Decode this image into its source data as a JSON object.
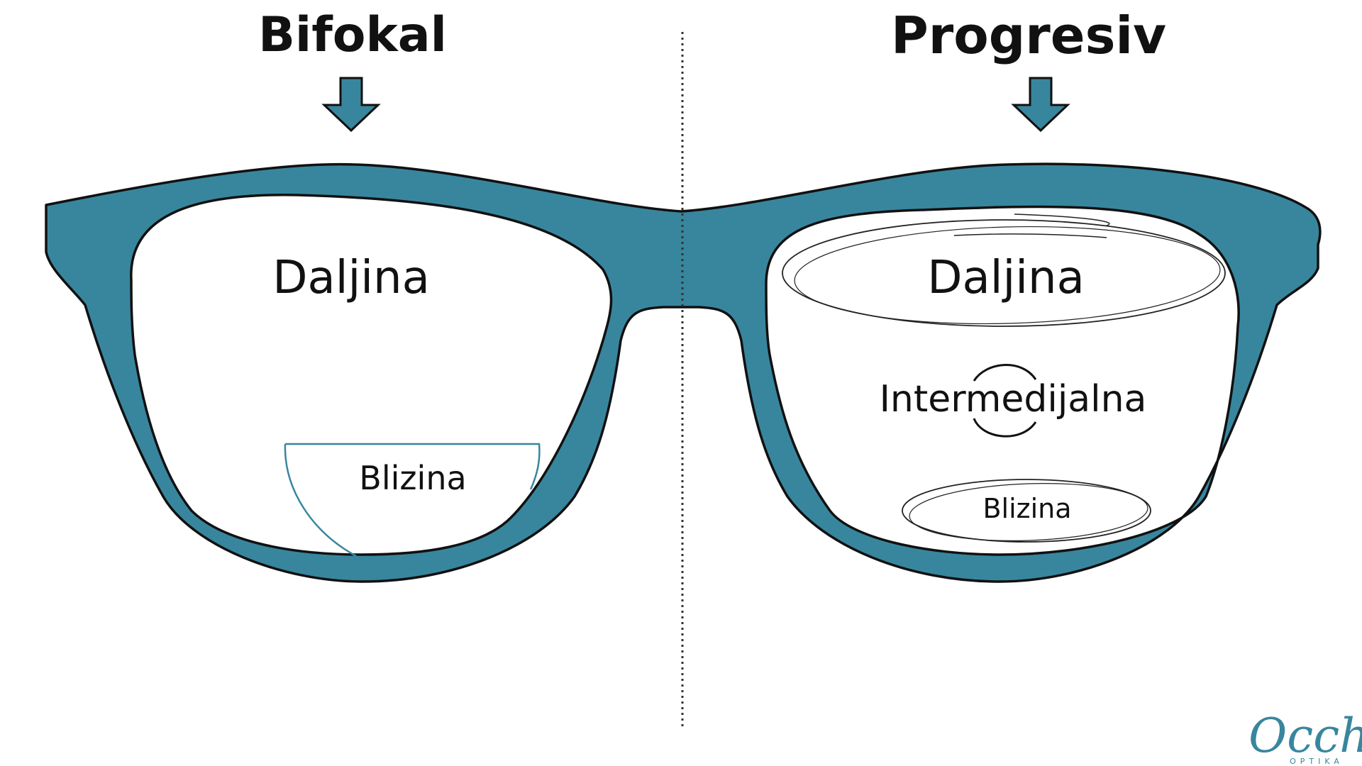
{
  "left": {
    "heading": "Bifokal",
    "distance_label": "Daljina",
    "near_label": "Blizina"
  },
  "right": {
    "heading": "Progresiv",
    "distance_label": "Daljina",
    "intermediate_label": "Intermedijalna",
    "near_label": "Blizina"
  },
  "logo": {
    "name": "Occhi",
    "subtitle": "OPTIKA"
  },
  "colors": {
    "frame": "#38869E",
    "outline": "#111111",
    "divider": "#333333",
    "logo": "#38869E"
  },
  "icons": [
    "down-arrow-icon",
    "down-arrow-icon"
  ]
}
